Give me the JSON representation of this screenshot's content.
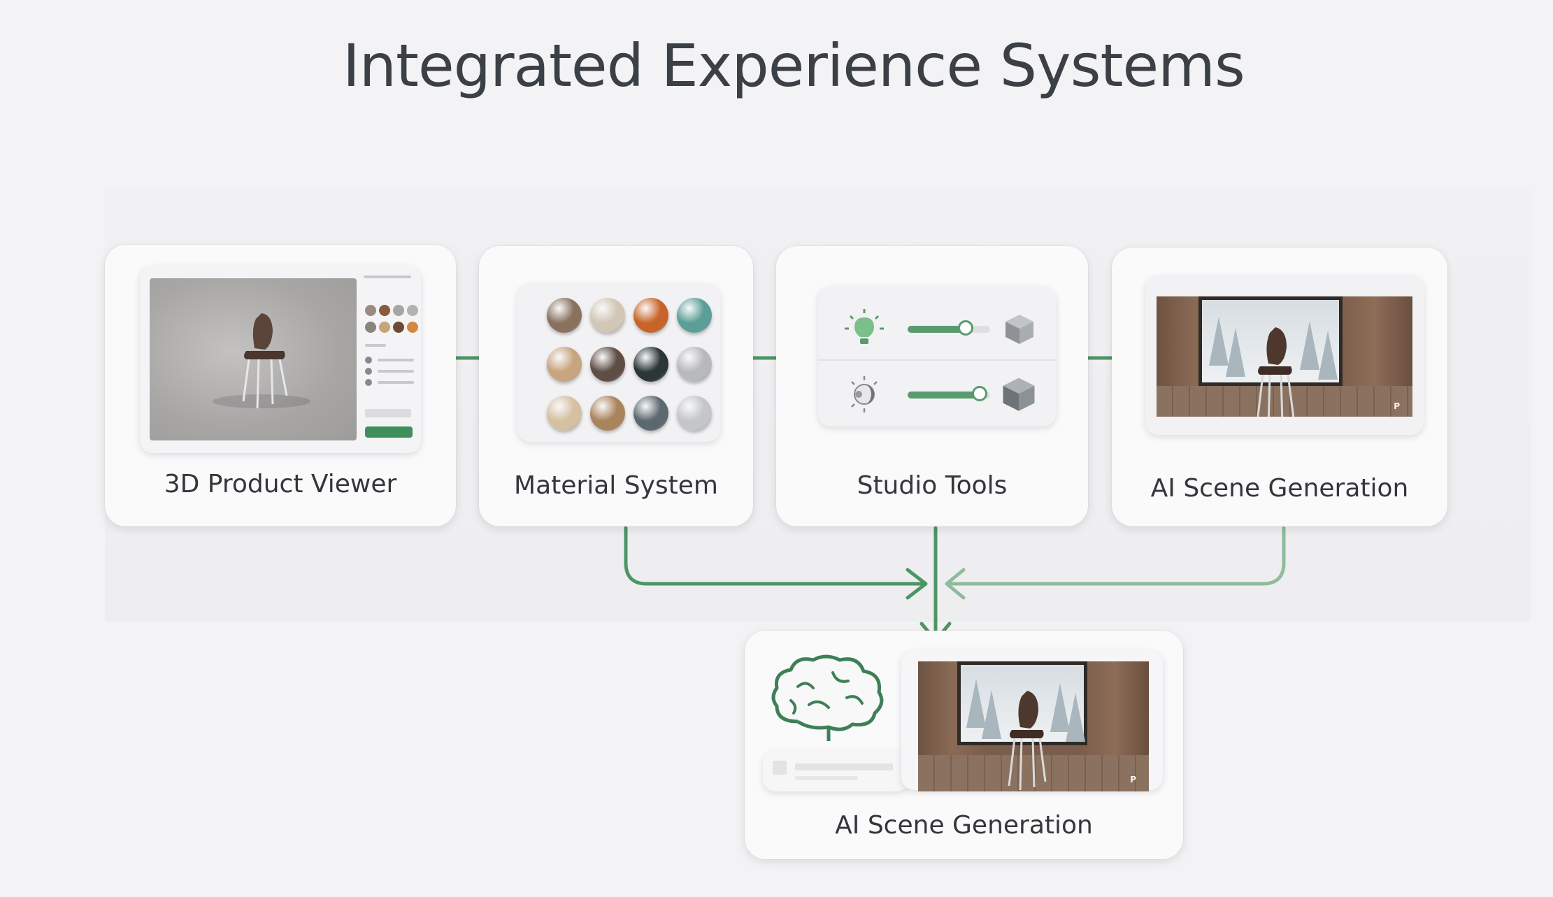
{
  "title": "Integrated Experience Systems",
  "cards": {
    "viewer": {
      "label": "3D Product Viewer"
    },
    "material": {
      "label": "Material System"
    },
    "studio": {
      "label": "Studio Tools"
    },
    "ai_top": {
      "label": "AI Scene Generation"
    },
    "ai_bottom": {
      "label": "AI Scene Generation"
    }
  },
  "material_colors": [
    [
      "#8a715e",
      "#d2c6b6",
      "#c8642a",
      "#5b9e98"
    ],
    [
      "#c7a57e",
      "#5e4d43",
      "#2c3637",
      "#b8b9bb"
    ],
    [
      "#d6c0a2",
      "#a9835c",
      "#5c6870",
      "#c4c6c9"
    ]
  ],
  "colors": {
    "arrow": "#4e9566",
    "arrow_light": "#8fbc9b",
    "accent": "#3f8f5c"
  },
  "icons": [
    "lightbulb-icon",
    "moon-sun-icon",
    "cube-icon",
    "brain-icon",
    "chair-icon"
  ]
}
